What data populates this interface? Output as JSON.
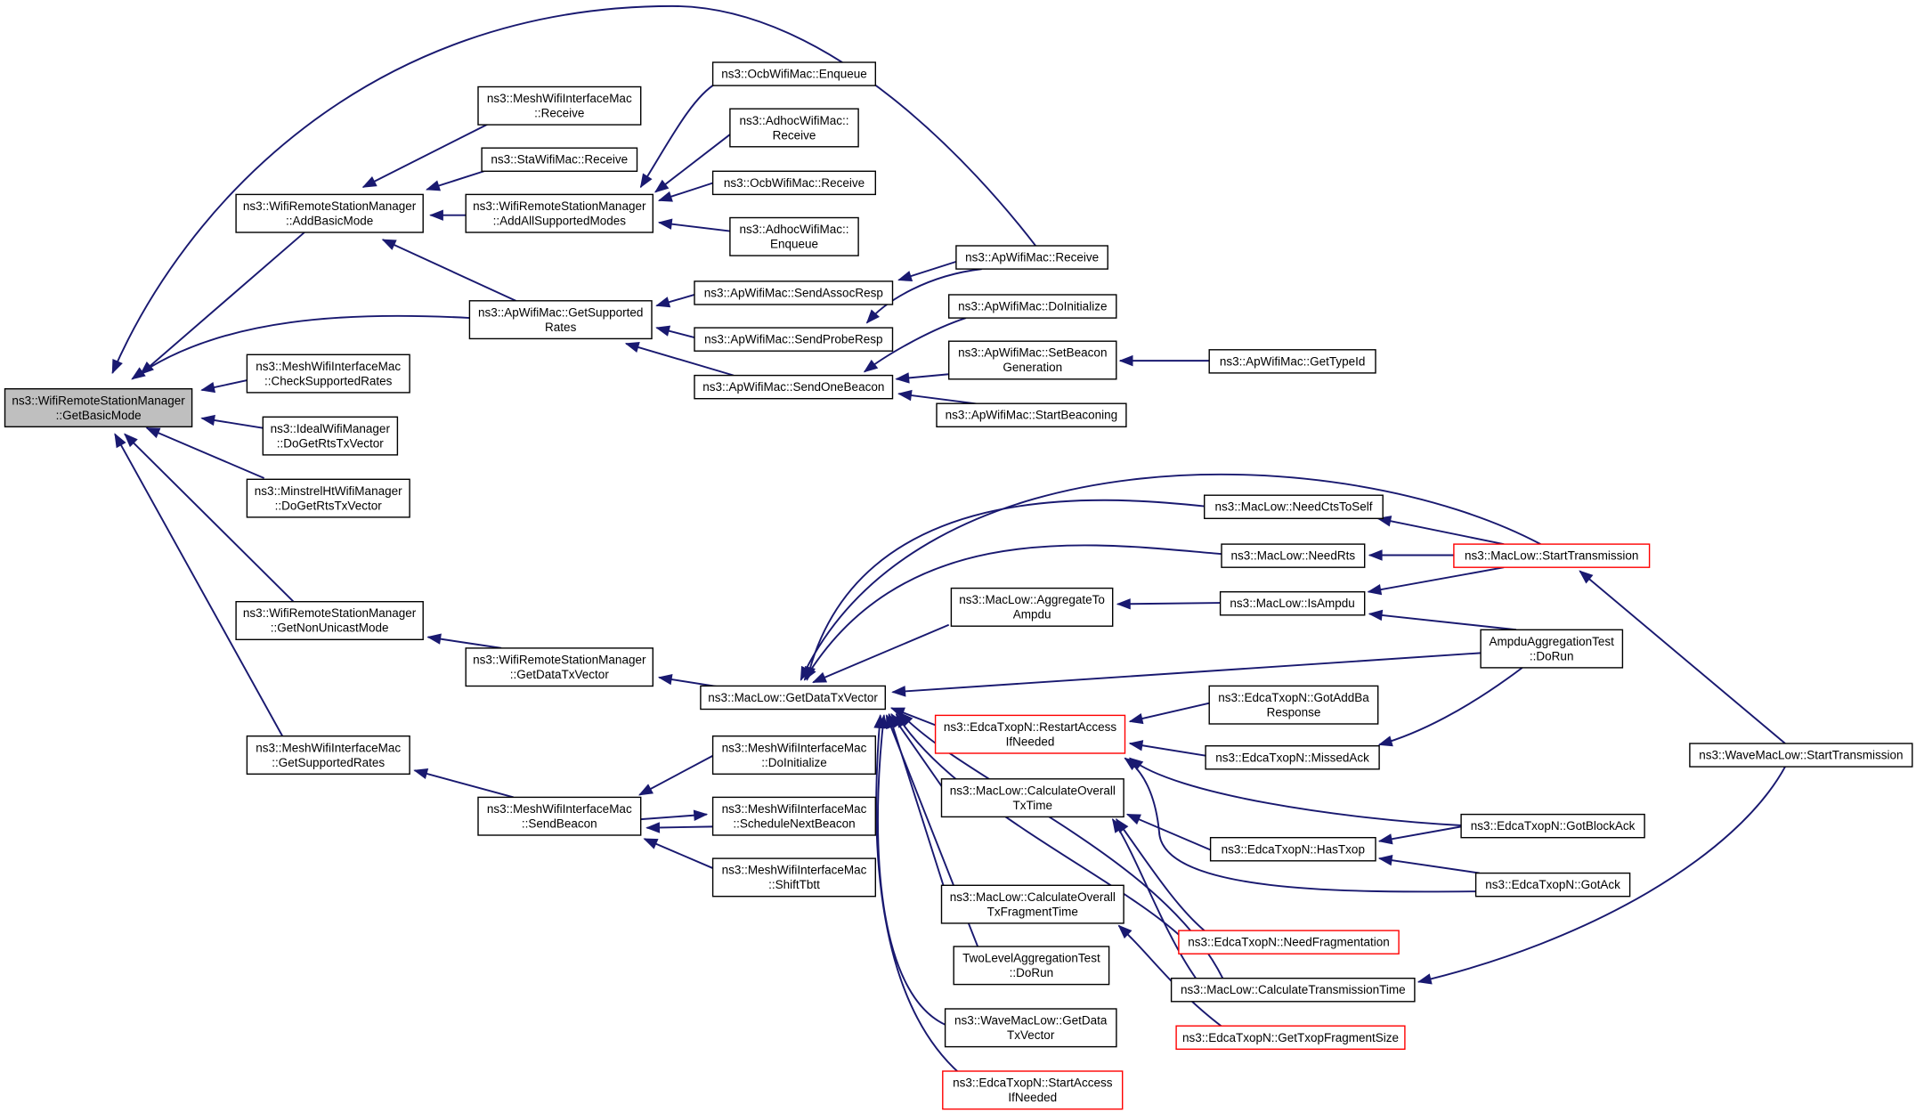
{
  "graph": {
    "colors": {
      "edge": "#191970",
      "root_fill": "#bfbfbf",
      "node_fill": "#ffffff",
      "node_border": "#000000",
      "truncated_border": "#ff0000"
    },
    "nodes": [
      {
        "id": "n0",
        "lines": [
          "ns3::WifiRemoteStationManager",
          "::GetBasicMode"
        ],
        "root": true
      },
      {
        "id": "n1",
        "lines": [
          "ns3::WifiRemoteStationManager",
          "::AddBasicMode"
        ]
      },
      {
        "id": "n2",
        "lines": [
          "ns3::MeshWifiInterfaceMac",
          "::Receive"
        ]
      },
      {
        "id": "n3",
        "lines": [
          "ns3::StaWifiMac::Receive"
        ]
      },
      {
        "id": "n4",
        "lines": [
          "ns3::WifiRemoteStationManager",
          "::AddAllSupportedModes"
        ]
      },
      {
        "id": "n5",
        "lines": [
          "ns3::OcbWifiMac::Enqueue"
        ]
      },
      {
        "id": "n6",
        "lines": [
          "ns3::AdhocWifiMac::",
          "Receive"
        ]
      },
      {
        "id": "n7",
        "lines": [
          "ns3::OcbWifiMac::Receive"
        ]
      },
      {
        "id": "n8",
        "lines": [
          "ns3::AdhocWifiMac::",
          "Enqueue"
        ]
      },
      {
        "id": "n9",
        "lines": [
          "ns3::ApWifiMac::Receive"
        ]
      },
      {
        "id": "n10",
        "lines": [
          "ns3::ApWifiMac::GetSupported",
          "Rates"
        ]
      },
      {
        "id": "n11",
        "lines": [
          "ns3::ApWifiMac::SendAssocResp"
        ]
      },
      {
        "id": "n12",
        "lines": [
          "ns3::ApWifiMac::SendProbeResp"
        ]
      },
      {
        "id": "n13",
        "lines": [
          "ns3::ApWifiMac::SendOneBeacon"
        ]
      },
      {
        "id": "n14",
        "lines": [
          "ns3::ApWifiMac::DoInitialize"
        ]
      },
      {
        "id": "n15",
        "lines": [
          "ns3::ApWifiMac::SetBeacon",
          "Generation"
        ]
      },
      {
        "id": "n16",
        "lines": [
          "ns3::ApWifiMac::GetTypeId"
        ]
      },
      {
        "id": "n17",
        "lines": [
          "ns3::ApWifiMac::StartBeaconing"
        ]
      },
      {
        "id": "n18",
        "lines": [
          "ns3::MeshWifiInterfaceMac",
          "::CheckSupportedRates"
        ]
      },
      {
        "id": "n19",
        "lines": [
          "ns3::IdealWifiManager",
          "::DoGetRtsTxVector"
        ]
      },
      {
        "id": "n20",
        "lines": [
          "ns3::MinstrelHtWifiManager",
          "::DoGetRtsTxVector"
        ]
      },
      {
        "id": "n21",
        "lines": [
          "ns3::WifiRemoteStationManager",
          "::GetNonUnicastMode"
        ]
      },
      {
        "id": "n22",
        "lines": [
          "ns3::WifiRemoteStationManager",
          "::GetDataTxVector"
        ]
      },
      {
        "id": "n23",
        "lines": [
          "ns3::MacLow::GetDataTxVector"
        ]
      },
      {
        "id": "n24",
        "lines": [
          "ns3::MacLow::NeedCtsToSelf"
        ]
      },
      {
        "id": "n25",
        "lines": [
          "ns3::MacLow::NeedRts"
        ]
      },
      {
        "id": "n26",
        "lines": [
          "ns3::MacLow::StartTransmission"
        ],
        "truncated": true
      },
      {
        "id": "n27",
        "lines": [
          "ns3::MacLow::AggregateTo",
          "Ampdu"
        ]
      },
      {
        "id": "n28",
        "lines": [
          "ns3::MacLow::IsAmpdu"
        ]
      },
      {
        "id": "n29",
        "lines": [
          "AmpduAggregationTest",
          "::DoRun"
        ]
      },
      {
        "id": "n30",
        "lines": [
          "ns3::EdcaTxopN::RestartAccess",
          "IfNeeded"
        ],
        "truncated": true
      },
      {
        "id": "n31",
        "lines": [
          "ns3::EdcaTxopN::GotAddBa",
          "Response"
        ]
      },
      {
        "id": "n32",
        "lines": [
          "ns3::EdcaTxopN::MissedAck"
        ]
      },
      {
        "id": "n33",
        "lines": [
          "ns3::WaveMacLow::StartTransmission"
        ]
      },
      {
        "id": "n34",
        "lines": [
          "ns3::MacLow::CalculateOverall",
          "TxTime"
        ]
      },
      {
        "id": "n35",
        "lines": [
          "ns3::EdcaTxopN::HasTxop"
        ]
      },
      {
        "id": "n36",
        "lines": [
          "ns3::EdcaTxopN::GotBlockAck"
        ]
      },
      {
        "id": "n37",
        "lines": [
          "ns3::EdcaTxopN::GotAck"
        ]
      },
      {
        "id": "n38",
        "lines": [
          "ns3::MacLow::CalculateOverall",
          "TxFragmentTime"
        ]
      },
      {
        "id": "n39",
        "lines": [
          "ns3::EdcaTxopN::NeedFragmentation"
        ],
        "truncated": true
      },
      {
        "id": "n40",
        "lines": [
          "ns3::MacLow::CalculateTransmissionTime"
        ]
      },
      {
        "id": "n41",
        "lines": [
          "TwoLevelAggregationTest",
          "::DoRun"
        ]
      },
      {
        "id": "n42",
        "lines": [
          "ns3::EdcaTxopN::GetTxopFragmentSize"
        ],
        "truncated": true
      },
      {
        "id": "n43",
        "lines": [
          "ns3::WaveMacLow::GetData",
          "TxVector"
        ]
      },
      {
        "id": "n44",
        "lines": [
          "ns3::EdcaTxopN::StartAccess",
          "IfNeeded"
        ],
        "truncated": true
      },
      {
        "id": "n45",
        "lines": [
          "ns3::MeshWifiInterfaceMac",
          "::GetSupportedRates"
        ]
      },
      {
        "id": "n46",
        "lines": [
          "ns3::MeshWifiInterfaceMac",
          "::SendBeacon"
        ]
      },
      {
        "id": "n47",
        "lines": [
          "ns3::MeshWifiInterfaceMac",
          "::DoInitialize"
        ]
      },
      {
        "id": "n48",
        "lines": [
          "ns3::MeshWifiInterfaceMac",
          "::ScheduleNextBeacon"
        ]
      },
      {
        "id": "n49",
        "lines": [
          "ns3::MeshWifiInterfaceMac",
          "::ShiftTbtt"
        ]
      }
    ],
    "edges": [
      [
        "n1",
        "n0"
      ],
      [
        "n10",
        "n0"
      ],
      [
        "n18",
        "n0"
      ],
      [
        "n19",
        "n0"
      ],
      [
        "n20",
        "n0"
      ],
      [
        "n21",
        "n0"
      ],
      [
        "n45",
        "n0"
      ],
      [
        "n9",
        "n0"
      ],
      [
        "n2",
        "n1"
      ],
      [
        "n3",
        "n1"
      ],
      [
        "n4",
        "n1"
      ],
      [
        "n10",
        "n1"
      ],
      [
        "n5",
        "n4"
      ],
      [
        "n6",
        "n4"
      ],
      [
        "n7",
        "n4"
      ],
      [
        "n8",
        "n4"
      ],
      [
        "n11",
        "n10"
      ],
      [
        "n12",
        "n10"
      ],
      [
        "n13",
        "n10"
      ],
      [
        "n9",
        "n11"
      ],
      [
        "n9",
        "n12"
      ],
      [
        "n14",
        "n13"
      ],
      [
        "n15",
        "n13"
      ],
      [
        "n17",
        "n13"
      ],
      [
        "n16",
        "n15"
      ],
      [
        "n22",
        "n21"
      ],
      [
        "n23",
        "n22"
      ],
      [
        "n24",
        "n23"
      ],
      [
        "n25",
        "n23"
      ],
      [
        "n26",
        "n23"
      ],
      [
        "n27",
        "n23"
      ],
      [
        "n29",
        "n23"
      ],
      [
        "n30",
        "n23"
      ],
      [
        "n34",
        "n23"
      ],
      [
        "n38",
        "n23"
      ],
      [
        "n41",
        "n23"
      ],
      [
        "n43",
        "n23"
      ],
      [
        "n44",
        "n23"
      ],
      [
        "n39",
        "n23"
      ],
      [
        "n40",
        "n23"
      ],
      [
        "n26",
        "n24"
      ],
      [
        "n26",
        "n25"
      ],
      [
        "n28",
        "n27"
      ],
      [
        "n26",
        "n28"
      ],
      [
        "n29",
        "n28"
      ],
      [
        "n33",
        "n26"
      ],
      [
        "n31",
        "n30"
      ],
      [
        "n32",
        "n30"
      ],
      [
        "n36",
        "n30"
      ],
      [
        "n37",
        "n30"
      ],
      [
        "n29",
        "n32"
      ],
      [
        "n35",
        "n34"
      ],
      [
        "n39",
        "n34"
      ],
      [
        "n40",
        "n34"
      ],
      [
        "n36",
        "n35"
      ],
      [
        "n37",
        "n35"
      ],
      [
        "n42",
        "n38"
      ],
      [
        "n33",
        "n40"
      ],
      [
        "n46",
        "n45"
      ],
      [
        "n47",
        "n46"
      ],
      [
        "n48",
        "n46"
      ],
      [
        "n49",
        "n46"
      ],
      [
        "n46",
        "n48"
      ]
    ]
  }
}
